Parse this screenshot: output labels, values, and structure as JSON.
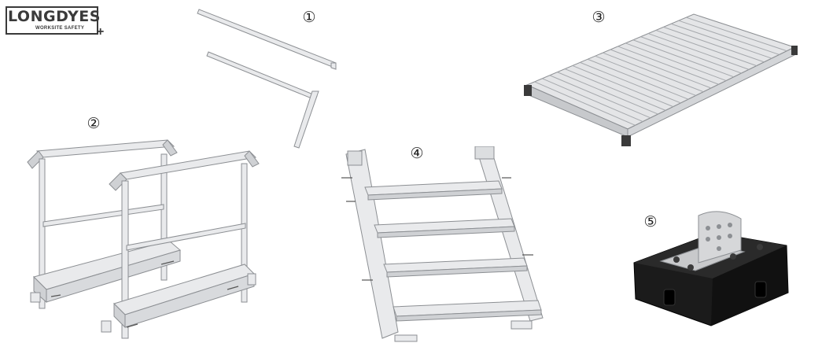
{
  "brand": {
    "name": "LONGDYES",
    "tagline": "WORKSITE SAFETY",
    "plus": "+"
  },
  "labels": {
    "item1": "①",
    "item2": "②",
    "item3": "③",
    "item4": "④",
    "item5": "⑤"
  },
  "colors": {
    "metal_light": "#e9eaec",
    "metal_mid": "#cfd1d4",
    "metal_dark": "#9a9da1",
    "outline": "#8c8f93",
    "base_black": "#1b1b1b",
    "plate_silver": "#c8c9cb"
  }
}
